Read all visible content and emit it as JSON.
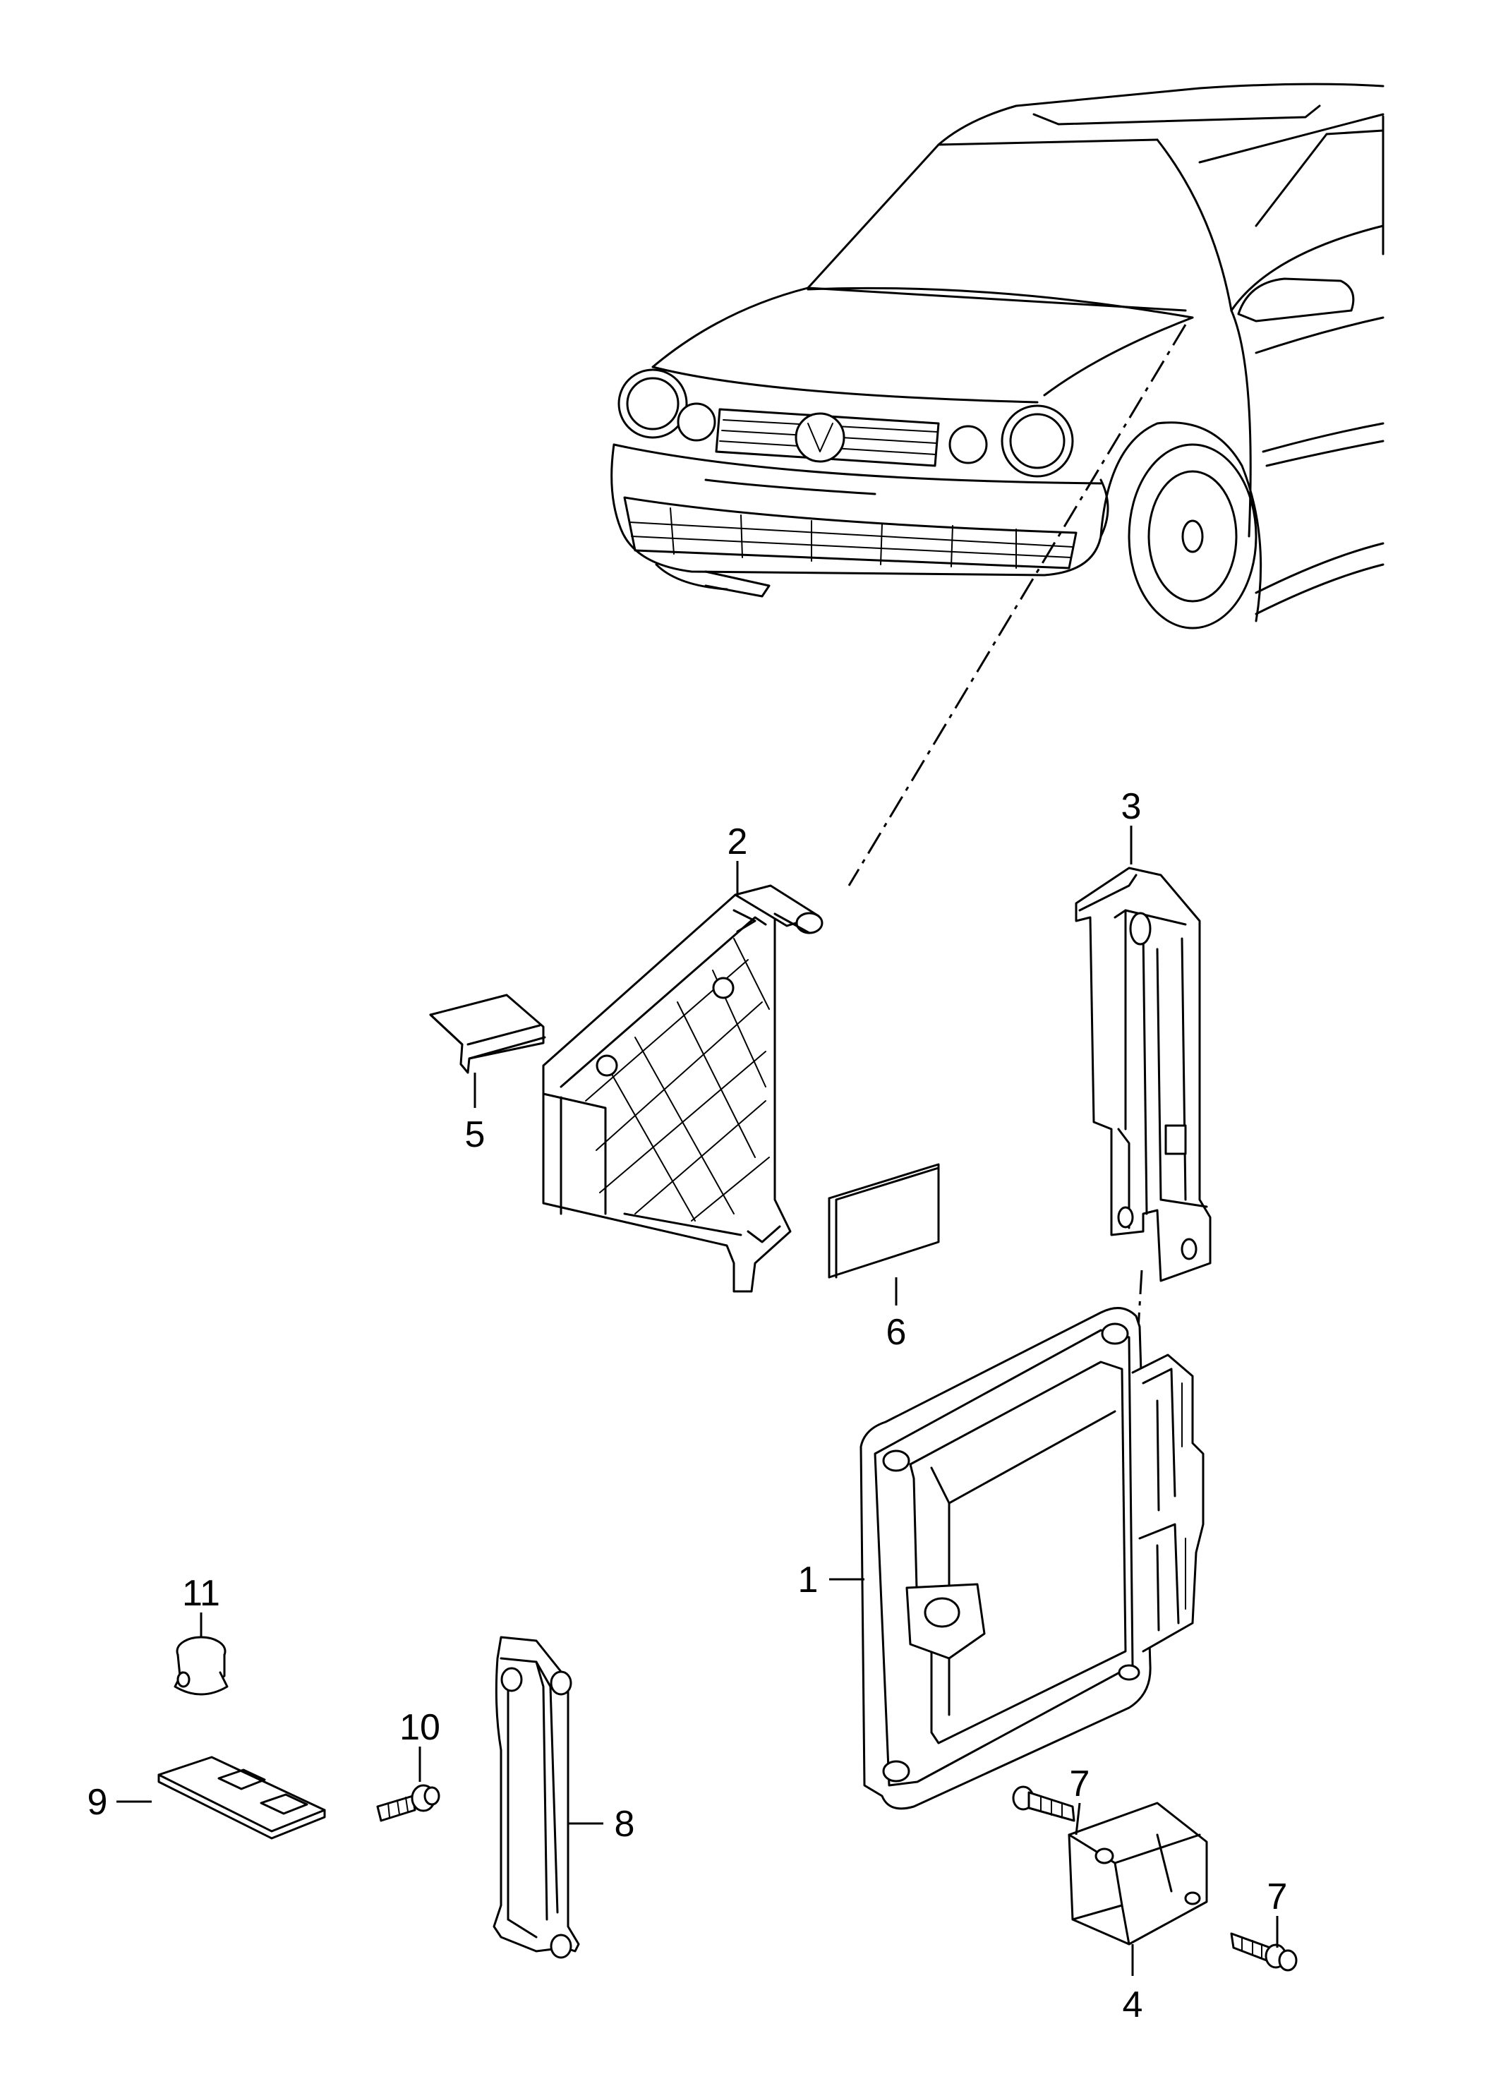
{
  "callouts": [
    {
      "id": "1",
      "label": "1"
    },
    {
      "id": "2",
      "label": "2"
    },
    {
      "id": "3",
      "label": "3"
    },
    {
      "id": "4",
      "label": "4"
    },
    {
      "id": "5",
      "label": "5"
    },
    {
      "id": "6",
      "label": "6"
    },
    {
      "id": "7a",
      "label": "7"
    },
    {
      "id": "7b",
      "label": "7"
    },
    {
      "id": "8",
      "label": "8"
    },
    {
      "id": "9",
      "label": "9"
    },
    {
      "id": "10",
      "label": "10"
    },
    {
      "id": "11",
      "label": "11"
    }
  ]
}
